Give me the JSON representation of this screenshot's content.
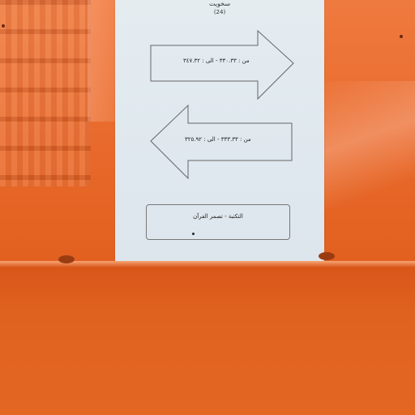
{
  "notice": {
    "title": "سخويت",
    "number": "(24)",
    "arrow_right_text": "من : ٣٣٠.٣٣ - الى : ٣٤٧.٣٢",
    "arrow_left_text": "من : ٣٣٣.٣٣ - الى : ٣٢٥.٩٢",
    "signature_text": "التكتبة - تصمر الفرآن"
  },
  "colors": {
    "board": "#e8692b",
    "paper": "#e0e9ee",
    "wall": "#e0621f"
  }
}
